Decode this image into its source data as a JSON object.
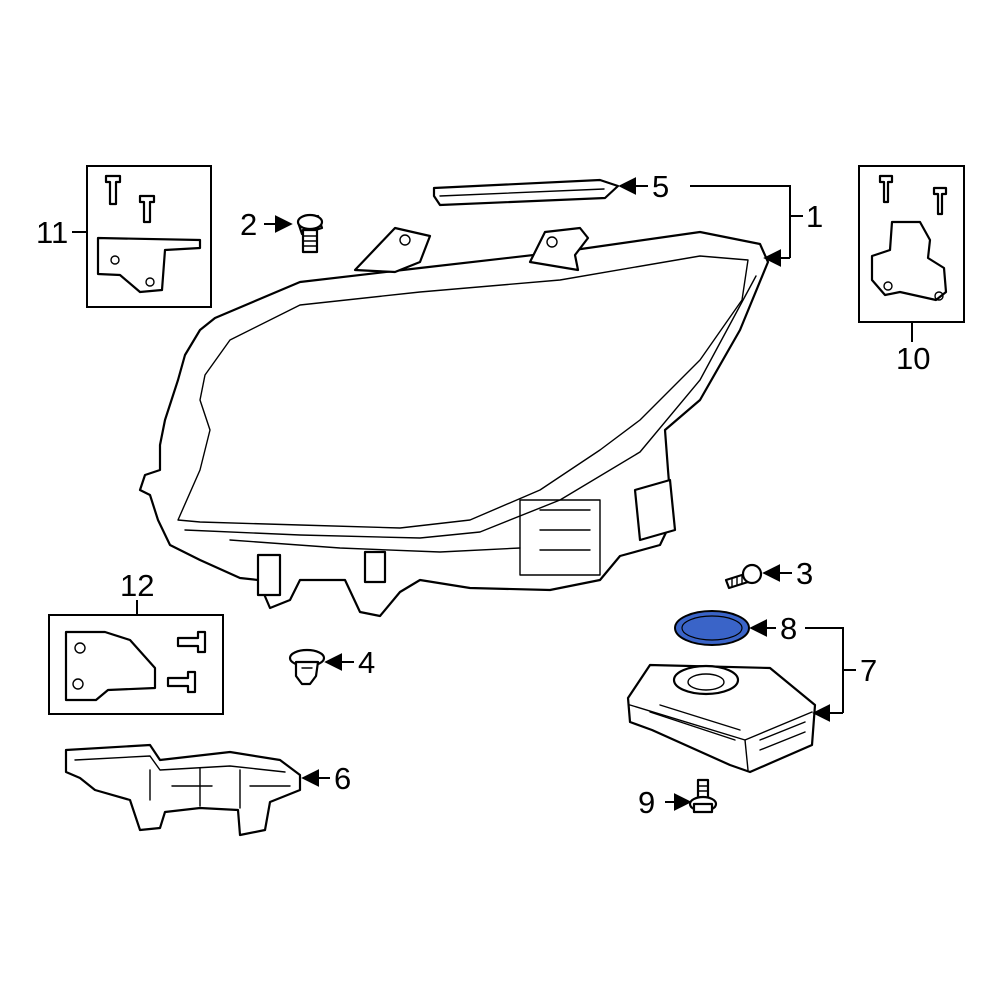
{
  "diagram": {
    "callouts": {
      "c1": "1",
      "c2": "2",
      "c3": "3",
      "c4": "4",
      "c5": "5",
      "c6": "6",
      "c7": "7",
      "c8": "8",
      "c9": "9",
      "c10": "10",
      "c11": "11",
      "c12": "12"
    },
    "highlight_color": "#3a64c8",
    "highlighted_part": "8"
  }
}
